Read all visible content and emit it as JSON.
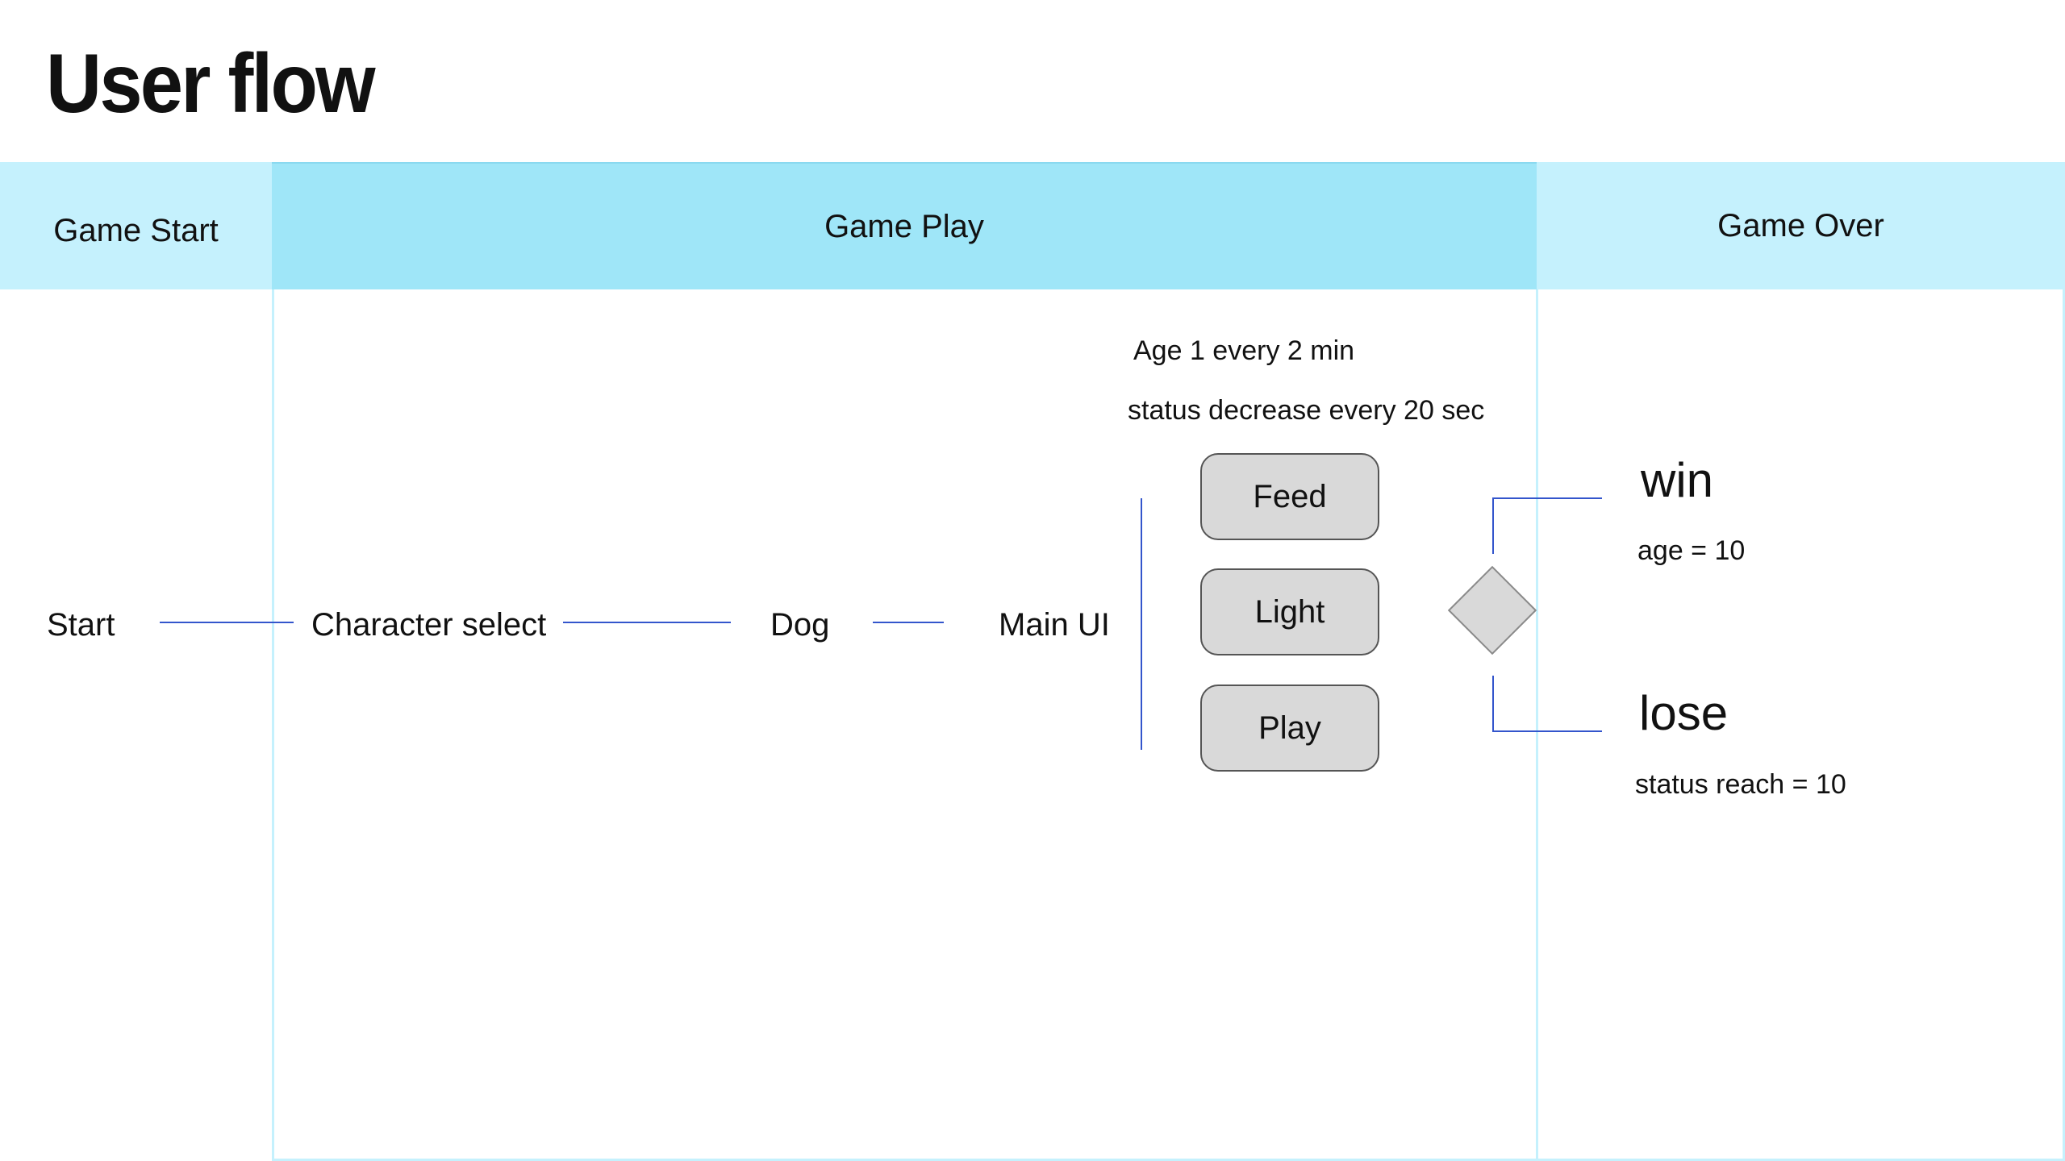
{
  "title": "User flow",
  "lanes": {
    "start": "Game Start",
    "play": "Game Play",
    "over": "Game Over"
  },
  "nodes": {
    "start": "Start",
    "character_select": "Character select",
    "dog": "Dog",
    "main_ui": "Main UI"
  },
  "notes": {
    "age_rule": "Age 1 every 2 min",
    "status_rule": "status decrease every 20 sec"
  },
  "actions": {
    "feed": "Feed",
    "light": "Light",
    "play": "Play"
  },
  "outcomes": {
    "win": "win",
    "win_condition": "age = 10",
    "lose": "lose",
    "lose_condition": "status reach = 10"
  },
  "colors": {
    "lane_header_light": "#c5f1fd",
    "lane_header_active": "#9fe6f8",
    "connector": "#3355cc",
    "action_fill": "#d9d9d9"
  }
}
